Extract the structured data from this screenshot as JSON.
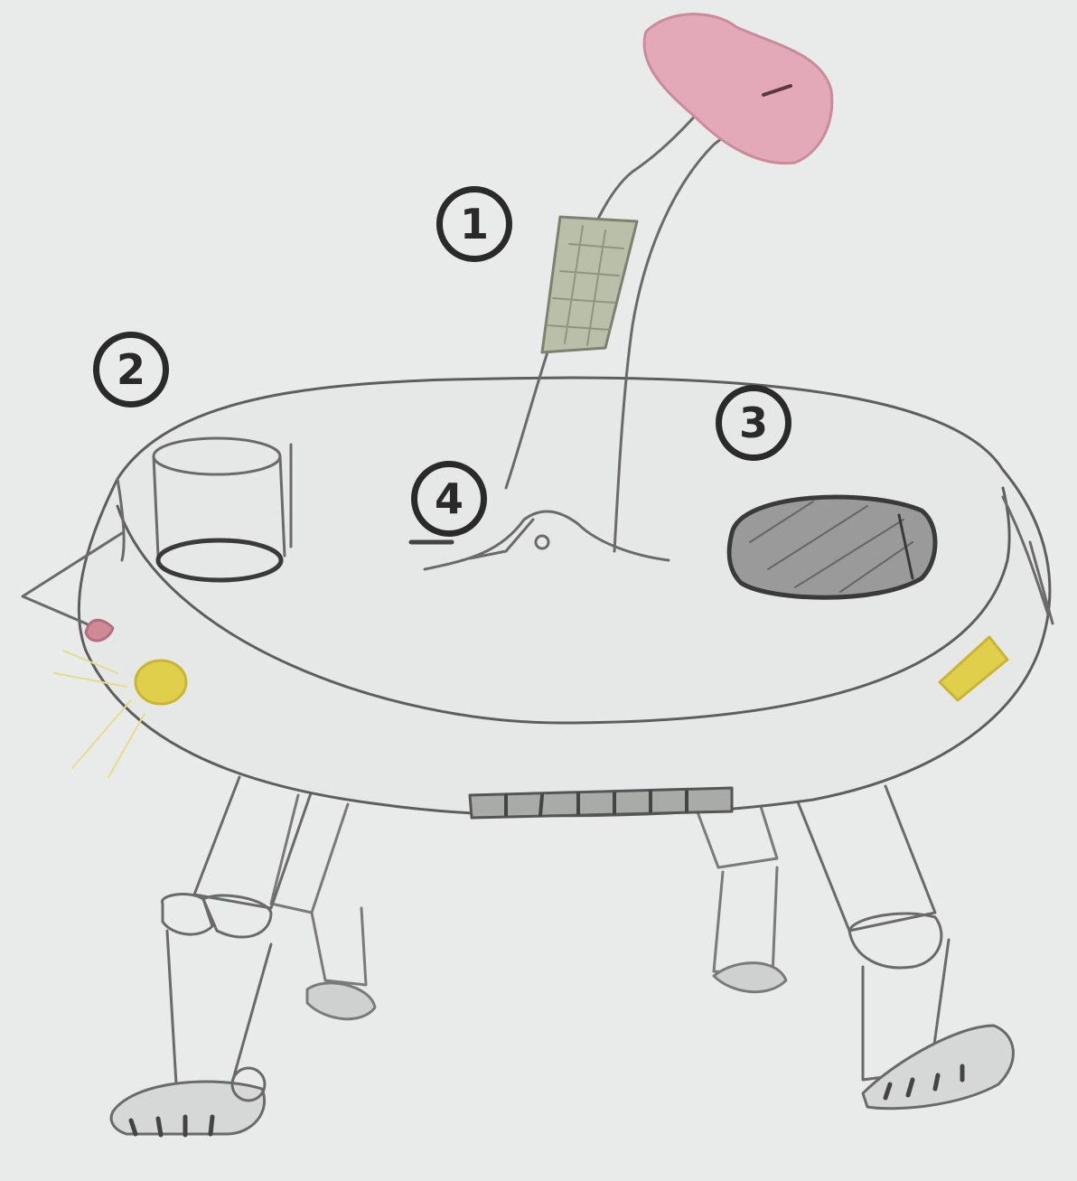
{
  "image": {
    "subject": "pencil drawing",
    "paper_color": "#e9ebea",
    "pencil_color": "#6a6a6a",
    "accent_colors": {
      "pink_head": "#e3a9b8",
      "green_panel": "#b9bfa8",
      "yellow_light": "#e0cf4a",
      "dark_window": "#5a5a5a",
      "marker": "#2a2a2a"
    }
  },
  "markers": [
    {
      "id": "1",
      "label": "1"
    },
    {
      "id": "2",
      "label": "2"
    },
    {
      "id": "3",
      "label": "3"
    },
    {
      "id": "4",
      "label": "4"
    }
  ]
}
